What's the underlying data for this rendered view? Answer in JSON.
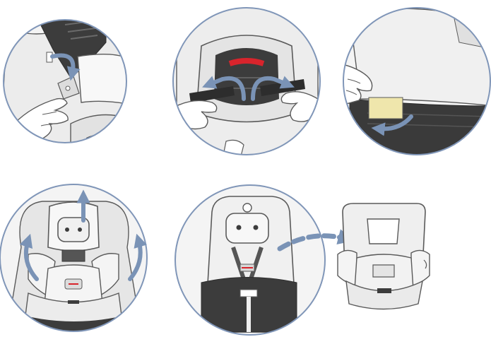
{
  "figure": {
    "kind": "seat-cover-removal-instructions",
    "text": []
  },
  "steps": [
    {
      "id": 1,
      "icon": "buckle-release-icon",
      "arrow": "curved-down-arrow"
    },
    {
      "id": 2,
      "icon": "strap-pull-icon",
      "arrow": "outward-arrows"
    },
    {
      "id": 3,
      "icon": "velcro-release-icon",
      "arrow": "curved-left-arrow"
    },
    {
      "id": 4,
      "icon": "cover-lift-icon",
      "arrow": "up-arrows"
    },
    {
      "id": 5,
      "icon": "cover-remove-icon",
      "arrow": "dashed-right-arrow"
    }
  ],
  "colors": {
    "circle_border": "#8096b8",
    "line": "#5a5a5a",
    "fill_light": "#f2f2f2",
    "fill_mid": "#d8d8d8",
    "fill_dark": "#3c3c3c",
    "arrow": "#7a93b6",
    "accent_red": "#d8242c",
    "velcro": "#efe6ac"
  }
}
